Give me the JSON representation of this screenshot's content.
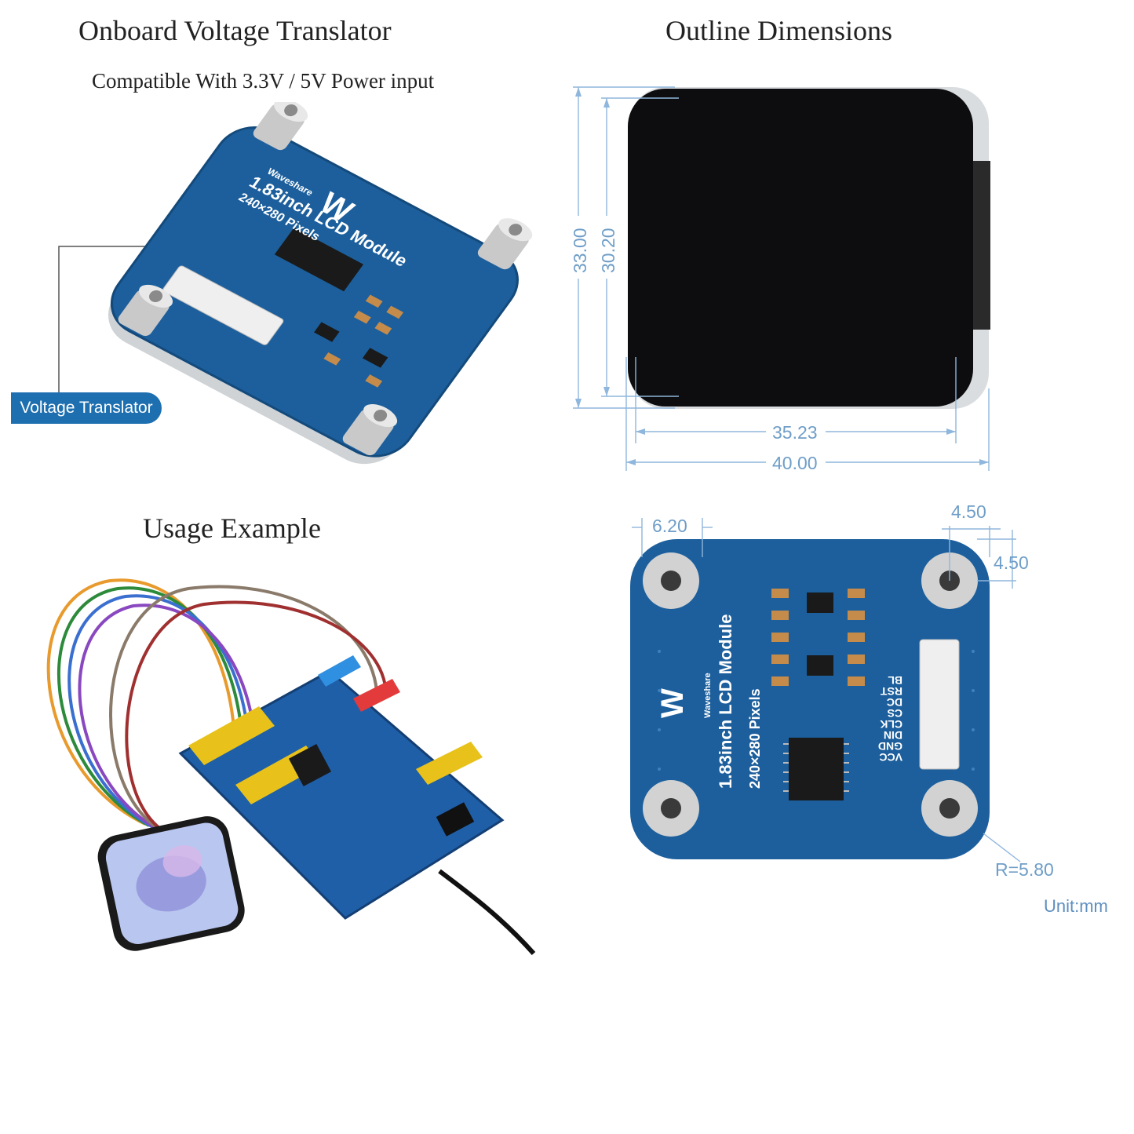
{
  "headings": {
    "onboard": "Onboard Voltage Translator",
    "compatible": "Compatible With 3.3V / 5V Power input",
    "outline": "Outline Dimensions",
    "usage": "Usage Example"
  },
  "callout": {
    "label": "Voltage Translator"
  },
  "board": {
    "brand": "Waveshare",
    "model": "1.83inch LCD Module",
    "resolution": "240×280 Pixels",
    "pins": [
      "VCC",
      "GND",
      "DIN",
      "CLK",
      "CS",
      "DC",
      "RST",
      "BL"
    ]
  },
  "dimensions": {
    "height_outer": "33.00",
    "height_inner": "30.20",
    "width_inner": "35.23",
    "width_outer": "40.00",
    "hole_offset_x": "6.20",
    "hole_offset_right_x": "4.50",
    "hole_offset_right_y": "4.50",
    "corner_radius": "R=5.80",
    "unit": "Unit:mm"
  },
  "colors": {
    "pcb": "#1c5f9c",
    "pcb_dark": "#164c80",
    "dimension": "#6f9ec8",
    "callout": "#1d6fb0",
    "screen": "#0d0d0f"
  }
}
